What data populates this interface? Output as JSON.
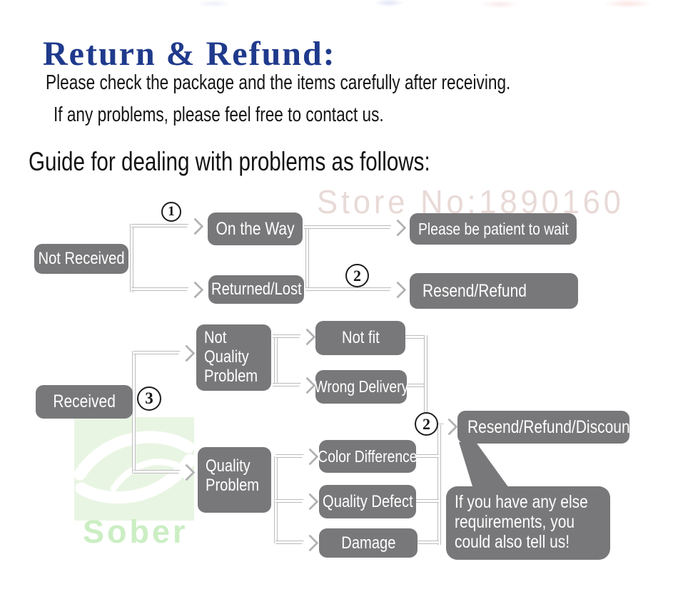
{
  "header": {
    "title": "Return & Refund:",
    "note_line1": "Please check the package and the items carefully after receiving.",
    "note_line2": "If any problems, please feel free to contact us.",
    "guide_heading": "Guide for dealing with problems as follows:"
  },
  "watermarks": {
    "store_number": "Store No:1890160",
    "brand": "Sober"
  },
  "flow": {
    "badge_1": "1",
    "badge_2a": "2",
    "badge_3": "3",
    "badge_2b": "2",
    "not_received": "Not Received",
    "on_the_way": "On the Way",
    "returned_lost": "Returned/Lost",
    "please_wait": "Please be patient to wait",
    "resend_refund": "Resend/Refund",
    "received": "Received",
    "not_quality_problem": "Not Quality Problem",
    "not_fit": "Not fit",
    "wrong_delivery": "Wrong Delivery",
    "quality_problem": "Quality Problem",
    "color_difference": "Color Difference",
    "quality_defect": "Quality Defect",
    "damage": "Damage",
    "resend_refund_discount": "Resend/Refund/Discount",
    "bubble_note": "If you have any else requirements, you could also tell us!"
  },
  "colors": {
    "title_blue": "#1f3a8c",
    "box_gray": "#78787a",
    "line_gray": "#bcbcbc",
    "brand_green": "#cbeec3",
    "store_watermark_pink": "#c9a6a0"
  }
}
